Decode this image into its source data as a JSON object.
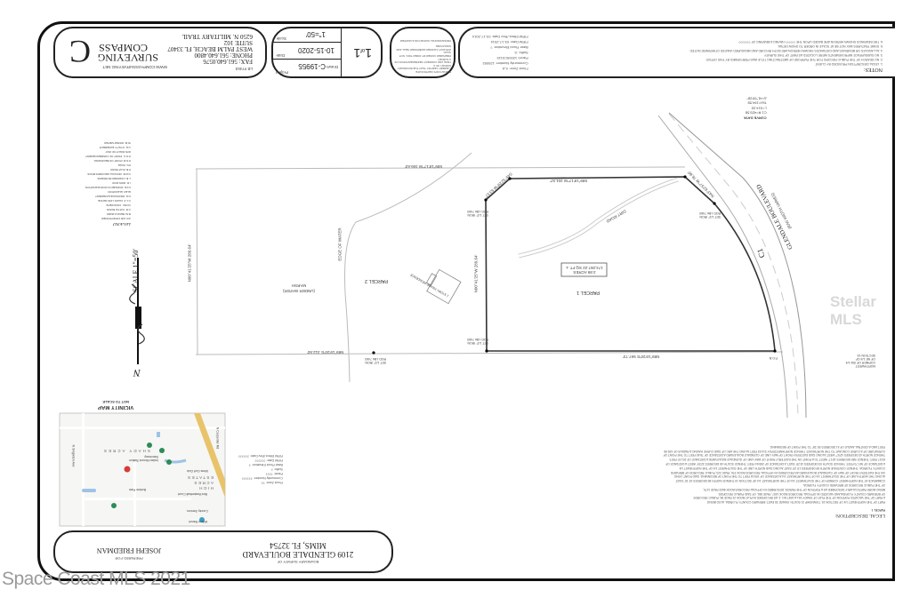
{
  "company": {
    "name_line1": "COMPASS",
    "name_line2": "SURVEYING",
    "address": "6250 N. MILITARY TRAIL",
    "suite": "SUITE 102",
    "city": "WEST PALM BEACH, FL 33407",
    "phone": "PHONE: 561.640.4800",
    "fax": "FAX: 561.640.0576",
    "lb": "LB #7463",
    "website": "WWW.COMPASSSURVEYING.NET"
  },
  "sheet": {
    "number": "1",
    "of_label": "of",
    "total": "1",
    "scale_label": "Scale",
    "scale": "1\"=50'",
    "date_label": "Date",
    "date": "10-15-2020",
    "project_label": "Project",
    "project": "C-19955",
    "drawn_label": "Drawn"
  },
  "certification": {
    "lines": [
      "SURVEYOR'S CERTIFICATE:",
      "I HEREBY CERTIFY THAT THE BOUNDARY SURVEY OF A",
      "TRUE AND CORRECT REPRESENTATION OF A SURVEY",
      "PREPARED UNDER MY DIRECTION. NOT VALID",
      "WITHOUT A RAISED EMBOSSED SEAL AND SIGNATURE"
    ],
    "footer": "PROFESSIONAL SURVEYOR & MAPPER"
  },
  "notes": {
    "title": "NOTES:",
    "items": [
      "1. LEGAL DESCRIPTION PROVIDED BY CLIENT",
      "2. NO SEARCH OF THE PUBLIC RECORD FOR THE PURPOSE OF ABSTRACTING TITLE WAS PERFORMED BY THIS OFFICE",
      "3. NO SUBSURFACE IMPROVEMENTS WERE LOCATED AS PART OF THIS SURVEY",
      "4. ALL ANGLES OR BEARINGS AND DISTANCES SHOWN HEREON ARE BOTH RECORD AND MEASURED UNLESS OTHERWISE NOTED",
      "5. SOME FEATURES MAY NOT BE AT SCALE IN ORDER TO SHOW DETAIL",
      "6. THE BEARINGS SHOWN HEREON ARE BASED UPON THE ?????? HAVING A BEARING OF ???????"
    ],
    "flood": [
      "Flood Zone: X,A",
      "Community Number: 125092",
      "Panel: 12009C0115",
      "Suffix: G",
      "Base Flood Elevation: ?",
      "FIRM Date: 03-17-2014",
      "FIRM Effect./Rev Date: 03-17-2014"
    ]
  },
  "flood_secondary": [
    "Flood Zone: ??",
    "Community Number: ??????",
    "Panel: ????",
    "Suffix: ?",
    "Base Flood Elevation: ?",
    "FIRM Date: ??????",
    "FIRM Effect./Rev Date: ??????"
  ],
  "title_block": {
    "survey_type": "BOUNDARY SURVEY OF",
    "address_line1": "2109 GLENDALE BOULEVARD",
    "address_line2": "MIMS, FL 32754",
    "prepared_for_label": "PREPARED FOR",
    "client": "JOSEPH FRIEDMAN"
  },
  "legal_description": {
    "title": "LEGAL DESCRIPTION:",
    "parcel_label": "PARCEL 1",
    "lines": [
      "PART OF THE NORTHEAST 1/4 OF SECTION 15, TOWNSHIP 21 SOUTH, RANGE 35 EAST, BREVARD COUNTY, FLORIDA, ALSO BEING",
      "A PART OF THE VACATED PORTION OF THE PLAT OF SHADY VILLA UNIT NO. 2, AS RECORDED IN PLAT BOOK 21 PAGE 85, PUBLIC RECORDS",
      "OF BREVARD COUNTY, FLORIDA AND VACATED IN OFFICIAL RECORDS BOOK 1457, PAGE 881, OF SAID PUBLIC RECORDS.",
      "BEING MORE PARTICULARLY DESCRIBED AS A PORTION OF THE PARCEL DESCRIBED IN OFFICIAL RECORDS BOOK 8622 PAGE 1175,",
      "OF THE PUBLIC RECORDS OF BREVARD COUNTY, FLORIDA.",
      "COMMENCE AT THE NORTHWEST CORNER OF THE SOUTHWEST 1/4 OF THE NORTHEAST 1/4 OF SECTION 15 THENCE NORTH 89 DEGREES 19' 20\" EAST",
      "ALONG THE NORTH LINE OF THE SOUTHWEST 1/4 OF THE NORTHEAST 1/4 A DISTANCE OF 195.04 FEET TO THE POINT OF BEGINNING; SAID POINT LYING",
      "ON THE EASTERLY RIGHT OF WAY OF GLENDALE BOULEVARD AS RECORDED IN OFFICIAL RECORDS BOOK 976, PAGE 223, PUBLIC RECORDS OF BREVARD",
      "COUNTY, FLORIDA. THENCE CONTINUE NORTH 89 DEGREES 19' 20\" EAST ALONG SAID NORTH LINE OF THE SOUTHWEST 1/4 OF THE NORTHEAST 1/4",
      "A DISTANCE OF 567.73 FEET; THENCE SOUTH 00 DEGREES 41'25\" EAST, A DISTANCE OF 289.64 FEET; THENCE SOUTH 45 DEGREES 32'29\" WEST A DISTANCE OF",
      "63.57 FEET; THENCE S89 DEGREES 18'17\" WEST TO A POINT ON THE EASTERLY RIGHT OF WAY LINE OF GLENDALE BOULEVARD A DISTANCE OF 201.57 FEET;",
      "THENCE NORTH 43 DEGREES 42'57\" WEST ALONG SAID EASTERLY RIGHT OF WAY LINE OF GLENDALE BOULEVARD A DISTANCE OF 78.60 FEET TO THE POINT OF",
      "CURVATURE OF A CURVE CONCAVE TO THE NORTHEAST; THENCE NORTHWESTERLY 314.33 FEET ALONG THE ARC OF SAID CURVE HAVING A RADIUS OF 429.58",
      "FEET AND A CENTRAL ANGLE OF 41 DEGREES 55' 28\" TO THE POINT OF BEGINNING."
    ]
  },
  "plat": {
    "parcel1_label": "PARCEL 1",
    "parcel1_area": "174,057.22 SQ.FT. ±",
    "parcel1_acres": "3.99 ACRES",
    "parcel2_label": "PARCEL 2",
    "marsh_label": "MARSH",
    "marsh_sub": "(UNDER WATER)",
    "edge_of_water": "EDGE OF WATER",
    "road_label": "GLENDALE BOULEVARD",
    "road_sub": "(R/W WIDTH VARIES)",
    "curve_label": "C1",
    "dirt_road": "DIRT ROAD",
    "north_line": "S89°18'17\"W 201.57'",
    "south_line": "N89°19'20\"E 567.73'",
    "west_line": "N00°41'25\"W 289.64'",
    "chamfer": "S45°32'29\"W 63.57'",
    "row_segment": "N43°42'57\"W 78.60'",
    "parcel2_north": "S89°18'17\"W 346.63'",
    "parcel2_south": "N89°19'20\"E 312.50'",
    "parcel2_west": "N00°41'25\"W 289.64'",
    "building_label": "1 STORY FRAME RESIDENCE",
    "corner_tag": "SET 1/2\" IRON ROD LB# 7463",
    "pob_tag": "P.O.B.",
    "poc_tag": "NORTHWEST CORNER OF SW 1/4 OF NE 1/4 OF SECTION 15",
    "curve_data": {
      "title": "CURVE DATA",
      "lines": [
        "C1  R=429.58",
        "L=314.33",
        "Tan=164.58",
        "Δ=41°55'28\""
      ]
    }
  },
  "legend": {
    "title": "LEGEND",
    "items": [
      "A/C  AIR CONDITIONER",
      "B.M.  BENCH MARK",
      "C.B.  CATCH BASIN",
      "CONC.  CONCRETE",
      "C.L.F.  CHAIN LINK FENCE",
      "D.E.  DRAINAGE EASEMENT",
      "ELEV.  ELEVATION",
      "F.F.E.  FINISHED FLOOR ELEVATION",
      "I.R.  IRON ROD",
      "L.B.  LICENSED BUSINESS",
      "O.R.B.  OFFICIAL RECORDS BOOK",
      "P.B.  PLAT BOOK",
      "PG.  PAGE",
      "P.O.B.  POINT OF BEGINNING",
      "P.O.C.  POINT OF COMMENCEMENT",
      "R/W  RIGHT OF WAY",
      "U.E.  UTILITY EASEMENT",
      "W.M.  WATER METER"
    ]
  },
  "scale_bar": {
    "label": "SCALE 1\"=50'",
    "north": "N"
  },
  "vicinity_map": {
    "title": "VICINITY MAP",
    "subtitle": "NOT TO SCALE",
    "labels": [
      "SHADY ACRES",
      "HIGH ACRES ESTATES",
      "Indian Mound Station Sanctuary",
      "Bobbie Park",
      "Mims Golf Club",
      "Bird Basketball Court",
      "County Seniors",
      "Willow Ranch",
      "N Singleton Ave",
      "N Carpenter Rd"
    ],
    "road_color": "#e8c36a",
    "water_color": "#9ec3e6",
    "marker_color": "#d43c3c",
    "poi_color": "#2e8b57"
  },
  "watermarks": {
    "mls": "Space Coast MLS 2021",
    "stellar": "Stellar MLS"
  }
}
